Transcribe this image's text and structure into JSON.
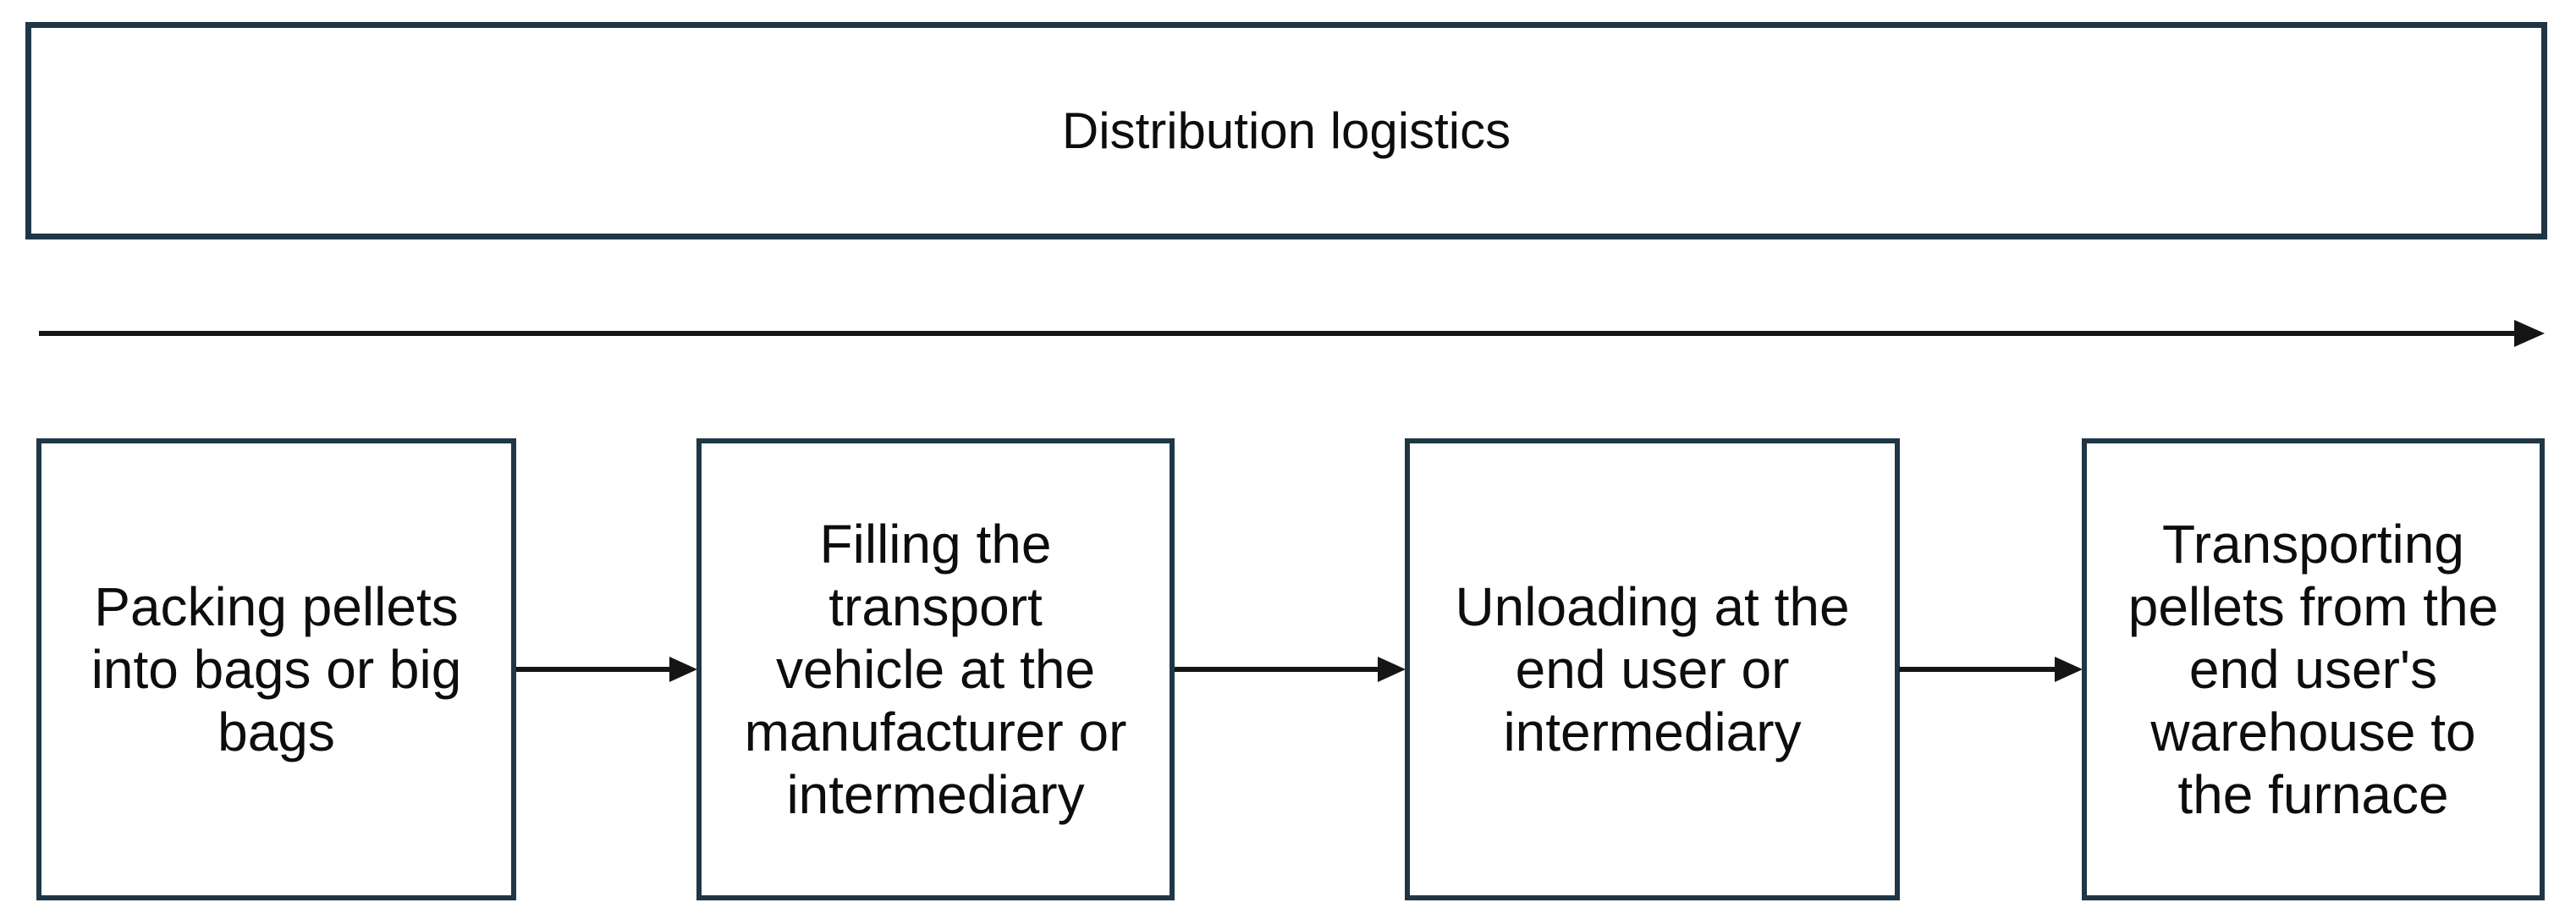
{
  "colors": {
    "background": "#ffffff",
    "box_border": "#1f3645",
    "arrow": "#151515",
    "text": "#0d0d0d"
  },
  "title_banner": {
    "text": "Distribution logistics"
  },
  "timeline": {
    "direction": "left-to-right"
  },
  "flow": {
    "steps": [
      {
        "text": "Packing pellets into bags or big bags",
        "lines": [
          "Packing pellets",
          "into bags or big",
          "bags"
        ]
      },
      {
        "text": "Filling the transport vehicle at the manufacturer or intermediary",
        "lines": [
          "Filling the",
          "transport",
          "vehicle at the",
          "manufacturer or",
          "intermediary"
        ]
      },
      {
        "text": "Unloading at the end user or intermediary",
        "lines": [
          "Unloading at the",
          "end user or",
          "intermediary"
        ]
      },
      {
        "text": "Transporting pellets from the end user's warehouse to the furnace",
        "lines": [
          "Transporting",
          "pellets from the",
          "end user's",
          "warehouse to",
          "the furnace"
        ]
      }
    ]
  }
}
